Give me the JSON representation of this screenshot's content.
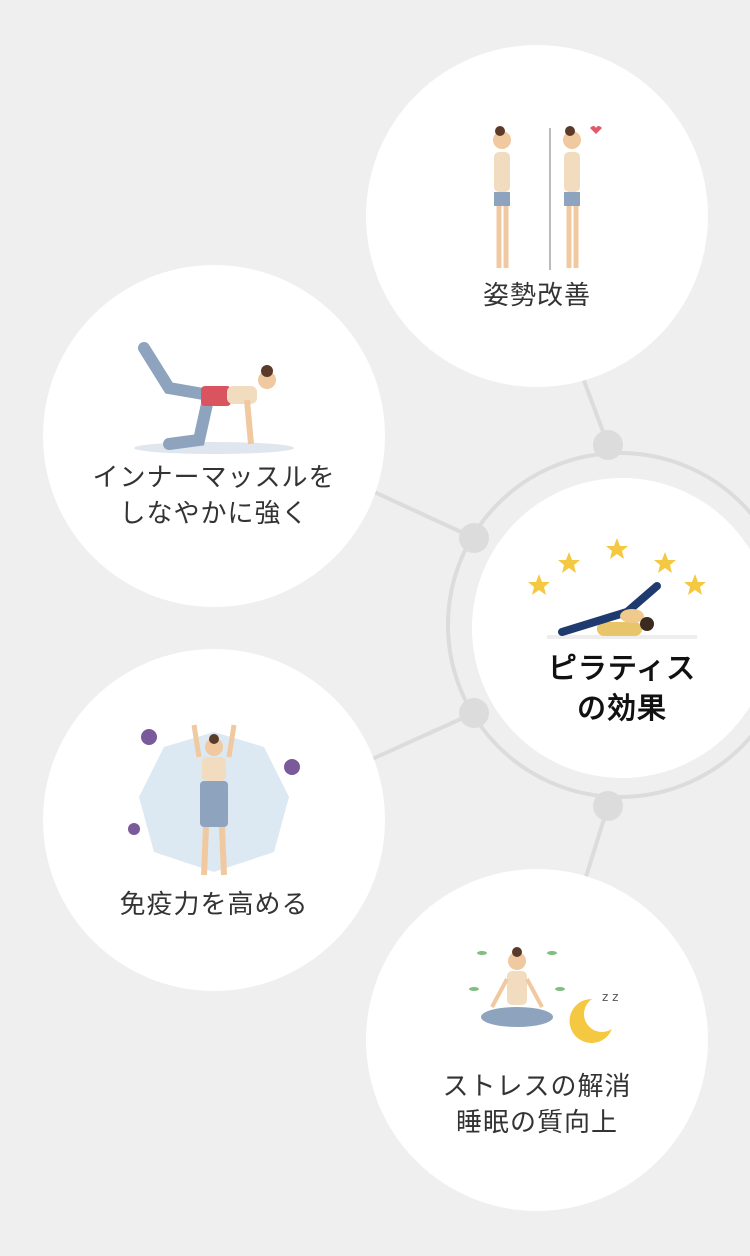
{
  "center": {
    "title": "ピラティス\nの効果"
  },
  "benefits": [
    {
      "label": "姿勢改善",
      "icon": "posture-improvement-illustration"
    },
    {
      "label": "インナーマッスルを\nしなやかに強く",
      "icon": "kneeling-leg-lift-illustration"
    },
    {
      "label": "免疫力を高める",
      "icon": "immunity-shield-illustration"
    },
    {
      "label": "ストレスの解消\n睡眠の質向上",
      "icon": "meditation-sleep-illustration"
    }
  ],
  "colors": {
    "background": "#efefef",
    "circle": "#ffffff",
    "connector": "#dcdcdc",
    "star": "#f5c842",
    "navy": "#1f3a6e"
  }
}
